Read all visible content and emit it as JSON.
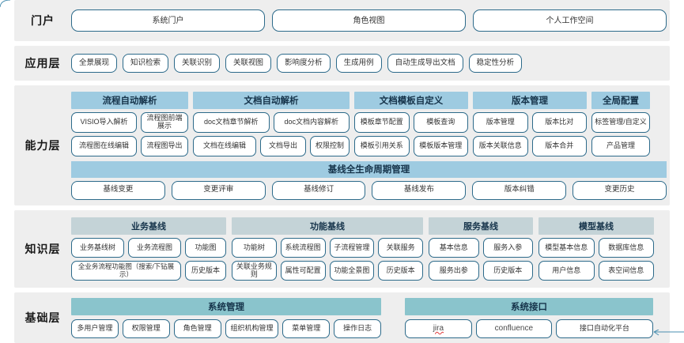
{
  "theme": {
    "band_bg": "#eeeeee",
    "pill_border": "#2c6a8a",
    "capability_header_bg": "#9ecbe1",
    "knowledge_header_bg": "#c4d3d7",
    "base_header_bg": "#8ac4cc",
    "text": "#333333"
  },
  "layers": {
    "portal": {
      "label": "门户",
      "items": [
        "系统门户",
        "角色视图",
        "个人工作空间"
      ]
    },
    "application": {
      "label": "应用层",
      "items": [
        "全景展现",
        "知识检索",
        "关联识别",
        "关联视图",
        "影响度分析",
        "生成用例",
        "自动生成导出文档",
        "稳定性分析"
      ]
    },
    "capability": {
      "label": "能力层",
      "columns": [
        {
          "title": "流程自动解析",
          "rows": [
            [
              "VISIO导入解析",
              "流程图前端展示"
            ],
            [
              "流程图在线编辑",
              "流程图导出"
            ]
          ]
        },
        {
          "title": "文档自动解析",
          "rows": [
            [
              "doc文档章节解析",
              "doc文档内容解析"
            ],
            [
              "文档在线编辑",
              "文档导出",
              "权限控制"
            ]
          ]
        },
        {
          "title": "文档模板自定义",
          "rows": [
            [
              "模板章节配置",
              "模板查询"
            ],
            [
              "模板引用关系",
              "模板版本管理"
            ]
          ]
        },
        {
          "title": "版本管理",
          "rows": [
            [
              "版本管理",
              "版本比对"
            ],
            [
              "版本关联信息",
              "版本合并"
            ]
          ]
        },
        {
          "title": "全局配置",
          "rows": [
            [
              "标签管理/自定义"
            ],
            [
              "产品管理"
            ]
          ]
        }
      ],
      "lifecycle": {
        "title": "基线全生命周期管理",
        "items": [
          "基线变更",
          "变更评审",
          "基线修订",
          "基线发布",
          "版本纠错",
          "变更历史"
        ]
      }
    },
    "knowledge": {
      "label": "知识层",
      "columns": [
        {
          "title": "业务基线",
          "rows": [
            [
              "业务基线树",
              "业务流程图",
              "功能图"
            ],
            [
              "全业务流程功能图（搜索/下钻展示）",
              "历史版本"
            ]
          ]
        },
        {
          "title": "功能基线",
          "rows": [
            [
              "功能树",
              "系统流程图",
              "子流程管理",
              "关联服务"
            ],
            [
              "关联业务规则",
              "属性可配置",
              "功能全景图",
              "历史版本"
            ]
          ]
        },
        {
          "title": "服务基线",
          "rows": [
            [
              "基本信息",
              "服务入参"
            ],
            [
              "服务出参",
              "历史版本"
            ]
          ]
        },
        {
          "title": "模型基线",
          "rows": [
            [
              "模型基本信息",
              "数据库信息"
            ],
            [
              "用户信息",
              "表空间信息"
            ]
          ]
        }
      ]
    },
    "base": {
      "label": "基础层",
      "columns": [
        {
          "title": "系统管理",
          "rows": [
            [
              "多用户管理",
              "权限管理",
              "角色管理",
              "组织机构管理",
              "菜单管理",
              "操作日志"
            ]
          ]
        },
        {
          "title": "系统接口",
          "rows": [
            [
              "jira",
              "confluence",
              "接口自动化平台"
            ]
          ]
        }
      ]
    }
  }
}
